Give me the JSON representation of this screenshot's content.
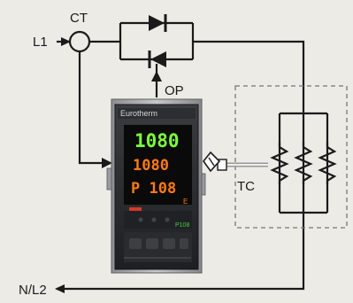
{
  "labels": {
    "ct": "CT",
    "l1": "L1",
    "op": "OP",
    "tc": "TC",
    "nl2": "N/L2"
  },
  "controller": {
    "brand": "Eurotherm",
    "pv": "1080",
    "sp": "1080",
    "program": "P 108",
    "model": "P108",
    "key_label": "E"
  },
  "colors": {
    "background": "#ecebe5",
    "wire": "#1a1a1a",
    "display_green": "#7cff3a",
    "display_orange": "#ff7a12",
    "enclosure": "#777777"
  }
}
